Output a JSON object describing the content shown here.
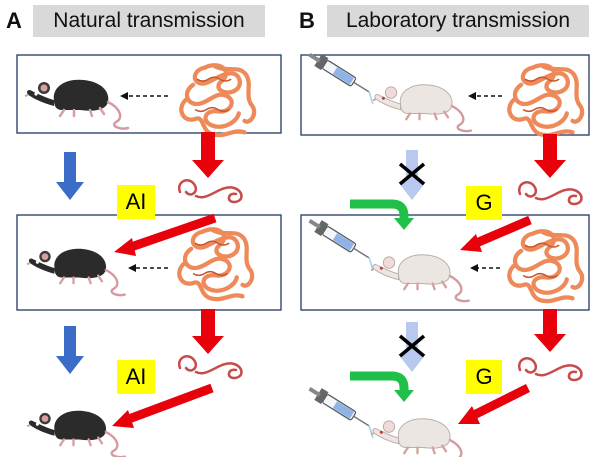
{
  "panelA": {
    "letter": "A",
    "title": "Natural transmission",
    "tag_top": "AI",
    "tag_bottom": "AI"
  },
  "panelB": {
    "letter": "B",
    "title": "Laboratory transmission",
    "tag_top": "G",
    "tag_bottom": "G"
  },
  "colors": {
    "frame": "#1f3864",
    "title_bg": "#d9d9d9",
    "tag_bg": "#ffff00",
    "red_arrow": "#e8000a",
    "blue_arrow": "#3a6cc8",
    "faded_arrow": "#b8c8ee",
    "green_arrow": "#1fc04a",
    "worm": "#ee8a5a",
    "dark_mouse": "#2b2b2b",
    "white_mouse": "#ece6e2",
    "larva": "#c84b4b"
  },
  "icons": [
    "black-mouse-icon",
    "white-mouse-icon",
    "syringe-icon",
    "adult-worm-icon",
    "larva-icon",
    "cross-icon"
  ]
}
